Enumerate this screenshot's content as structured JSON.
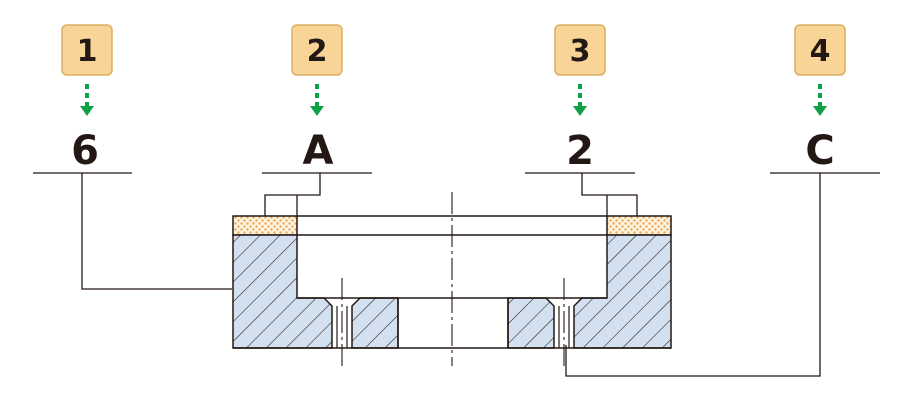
{
  "callouts": [
    {
      "number": "1",
      "value": "6"
    },
    {
      "number": "2",
      "value": "A"
    },
    {
      "number": "3",
      "value": "2"
    },
    {
      "number": "4",
      "value": "C"
    }
  ],
  "colors": {
    "badge_fill": "#f9d497",
    "badge_border": "#dcae63",
    "arrow": "#10a147",
    "hatch_fill": "#d3e0f0",
    "abrasive_fill": "#fdf4e0",
    "abrasive_dots": "#eaa54e",
    "line": "#231815"
  }
}
